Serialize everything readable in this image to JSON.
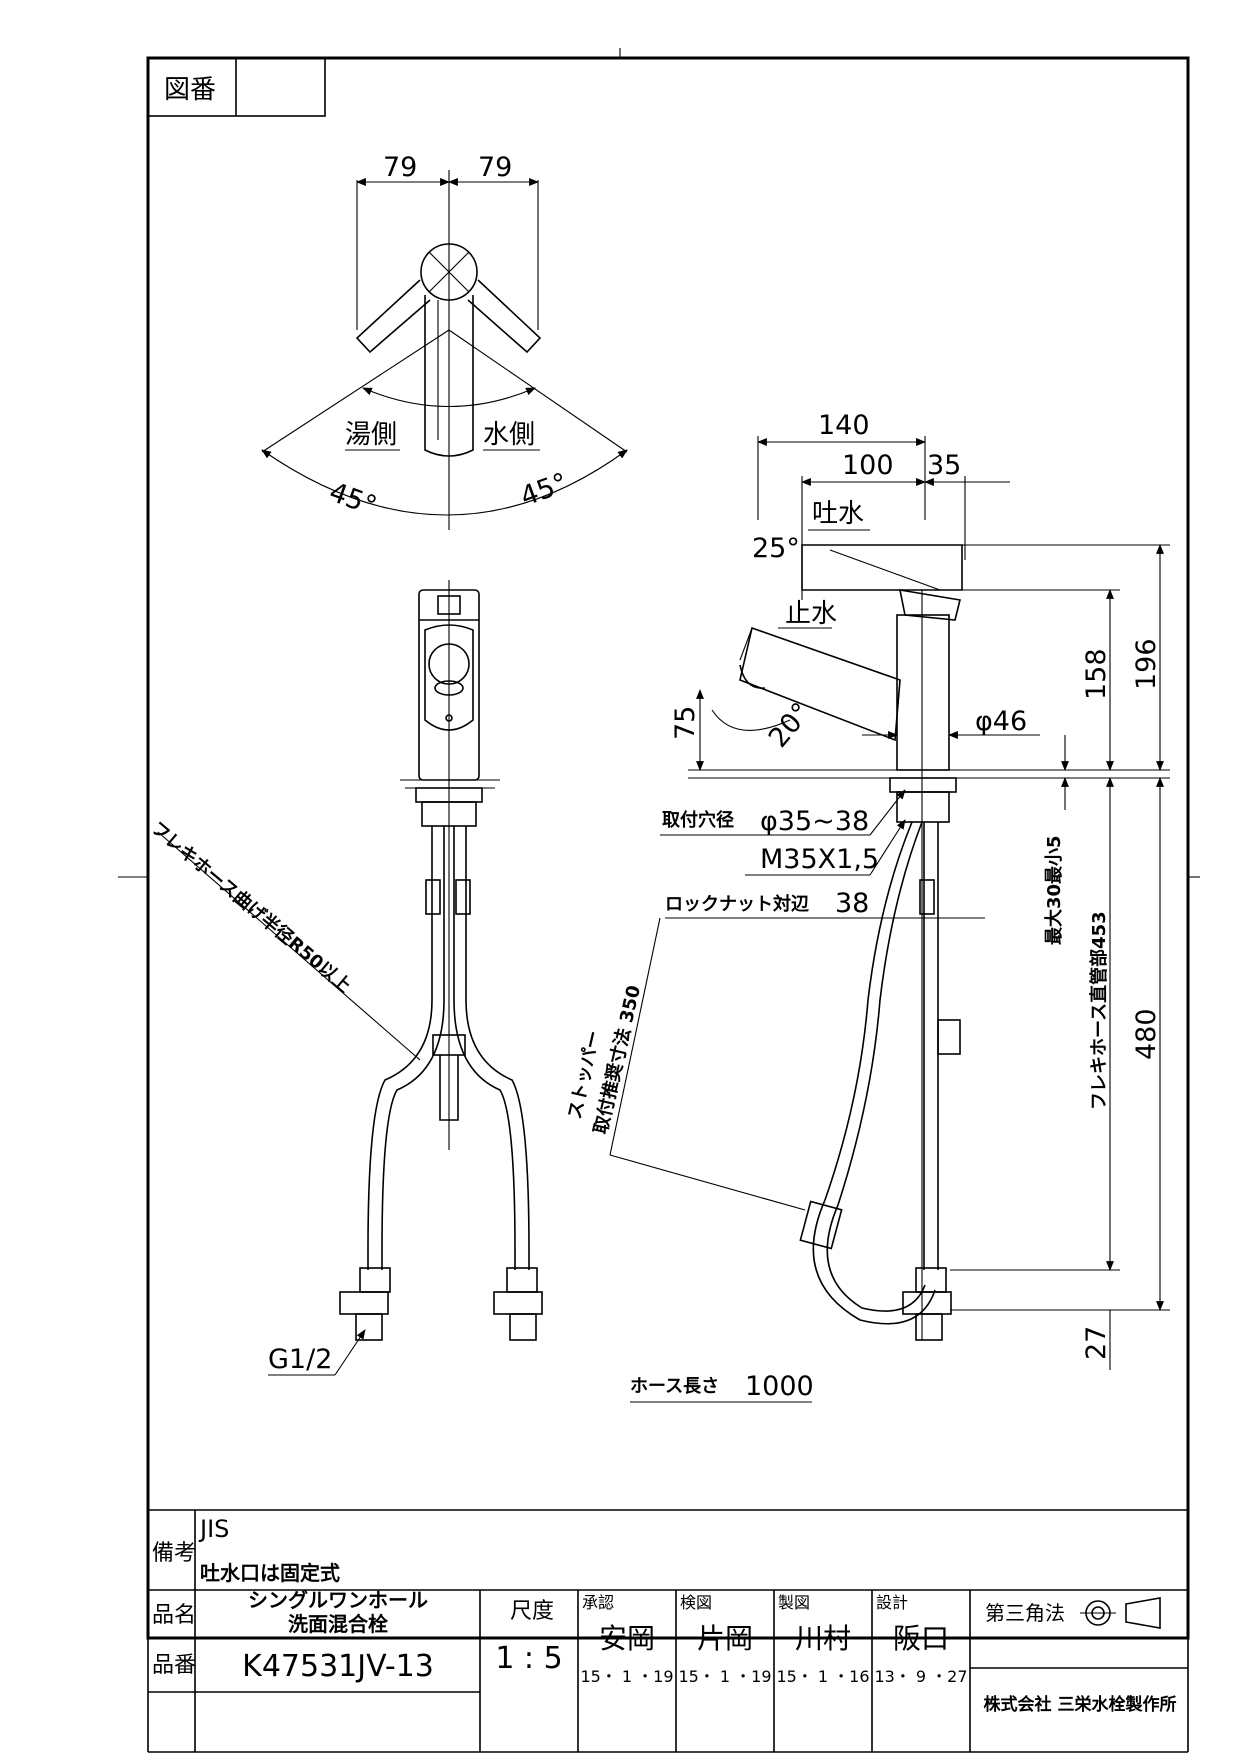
{
  "drawing_no_label": "図番",
  "top_view": {
    "dim_left": "79",
    "dim_right": "79",
    "hot_label": "湯側",
    "cold_label": "水側",
    "angle_left": "45°",
    "angle_right": "45°"
  },
  "side_view": {
    "dim_140": "140",
    "dim_100": "100",
    "dim_35": "35",
    "spout_label": "吐水",
    "angle_25": "25°",
    "stop_label": "止水",
    "dim_75": "75",
    "angle_20": "20°",
    "dia_46": "φ46",
    "dim_158": "158",
    "dim_196": "196",
    "mount_hole_label": "取付穴径",
    "mount_hole_value": "φ35~38",
    "thread_spec": "M35X1,5",
    "locknut_label": "ロックナット対辺",
    "locknut_value": "38",
    "max_thickness": "最大30最小5",
    "hose_straight": "フレキホース直管部453",
    "dim_480": "480",
    "stopper_line1": "ストッパー",
    "stopper_line2": "取付推奨寸法 350",
    "dim_27": "27",
    "hose_length_label": "ホース長さ",
    "hose_length_value": "1000"
  },
  "front_view": {
    "flex_hose_radius": "フレキホース曲げ半径R50以上",
    "g_thread": "G1/2"
  },
  "title_block": {
    "remarks_label": "備考",
    "remarks_line1": "JIS",
    "remarks_line2": "吐水口は固定式",
    "name_label": "品名",
    "name_line1": "シングルワンホール",
    "name_line2": "洗面混合栓",
    "number_label": "品番",
    "number_value": "K47531JV-13",
    "scale_label": "尺度",
    "scale_value": "1 : 5",
    "approved_label": "承認",
    "approved_name": "安岡",
    "approved_date": "15・ 1 ・19",
    "checked_label": "検図",
    "checked_name": "片岡",
    "checked_date": "15・ 1 ・19",
    "drawn_label": "製図",
    "drawn_name": "川村",
    "drawn_date": "15・ 1 ・16",
    "design_label": "設計",
    "design_name": "阪口",
    "design_date": "13・ 9 ・27",
    "projection_label": "第三角法",
    "company": "株式会社 三栄水栓製作所"
  }
}
